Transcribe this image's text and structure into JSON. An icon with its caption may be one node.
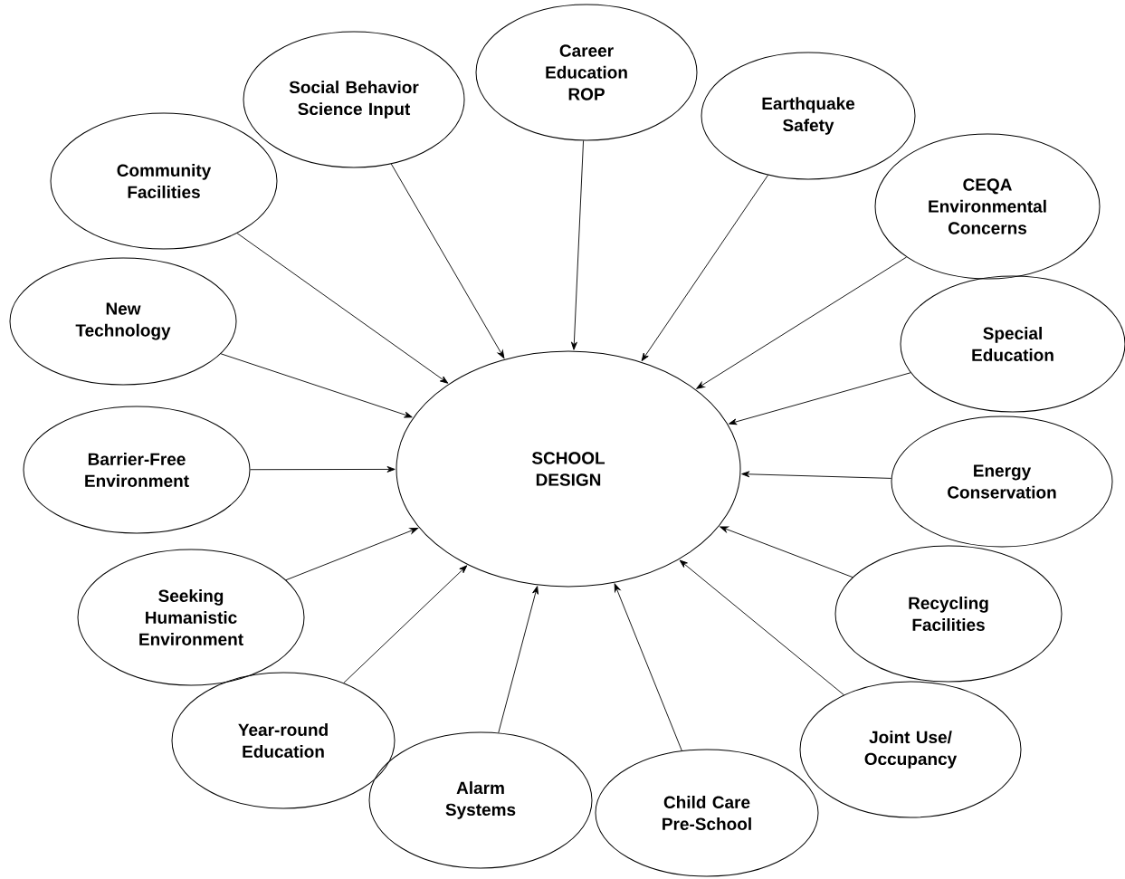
{
  "diagram": {
    "nodes": [
      {
        "text": [
          "SCHOOL DESIGN"
        ]
      },
      {
        "text": [
          "Community Facilities"
        ]
      },
      {
        "text": [
          "Social Behavior Science Input"
        ]
      },
      {
        "text": [
          "Career Education ROP"
        ]
      },
      {
        "text": [
          "Earthquake Safety"
        ]
      },
      {
        "text": [
          "CEQA Environmental Concerns"
        ]
      },
      {
        "text": [
          "New Technology"
        ]
      },
      {
        "text": [
          "Special Education"
        ]
      },
      {
        "text": [
          "Barrier-Free Environment"
        ]
      },
      {
        "text": [
          "Energy Conservation"
        ]
      },
      {
        "text": [
          "Seeking Humanistic Environment"
        ]
      },
      {
        "text": [
          "Recycling Facilities"
        ]
      },
      {
        "text": [
          "Year-round Education"
        ]
      },
      {
        "text": [
          "Joint Use/ Occupancy"
        ]
      },
      {
        "text": [
          "Alarm Systems"
        ]
      },
      {
        "text": [
          "Child Care Pre-School"
        ]
      }
    ],
    "edges": [
      {
        "from": 1,
        "to": 0,
        "arrow": "to"
      },
      {
        "from": 2,
        "to": 0,
        "arrow": "to"
      },
      {
        "from": 3,
        "to": 0,
        "arrow": "to"
      },
      {
        "from": 4,
        "to": 0,
        "arrow": "to"
      },
      {
        "from": 5,
        "to": 0,
        "arrow": "to"
      },
      {
        "from": 6,
        "to": 0,
        "arrow": "to"
      },
      {
        "from": 7,
        "to": 0,
        "arrow": "to"
      },
      {
        "from": 8,
        "to": 0,
        "arrow": "to"
      },
      {
        "from": 9,
        "to": 0,
        "arrow": "to"
      },
      {
        "from": 10,
        "to": 0,
        "arrow": "to"
      },
      {
        "from": 11,
        "to": 0,
        "arrow": "to"
      },
      {
        "from": 12,
        "to": 0,
        "arrow": "to"
      },
      {
        "from": 13,
        "to": 0,
        "arrow": "to"
      },
      {
        "from": 14,
        "to": 0,
        "arrow": "to"
      },
      {
        "from": 15,
        "to": 0,
        "arrow": "to"
      }
    ]
  }
}
